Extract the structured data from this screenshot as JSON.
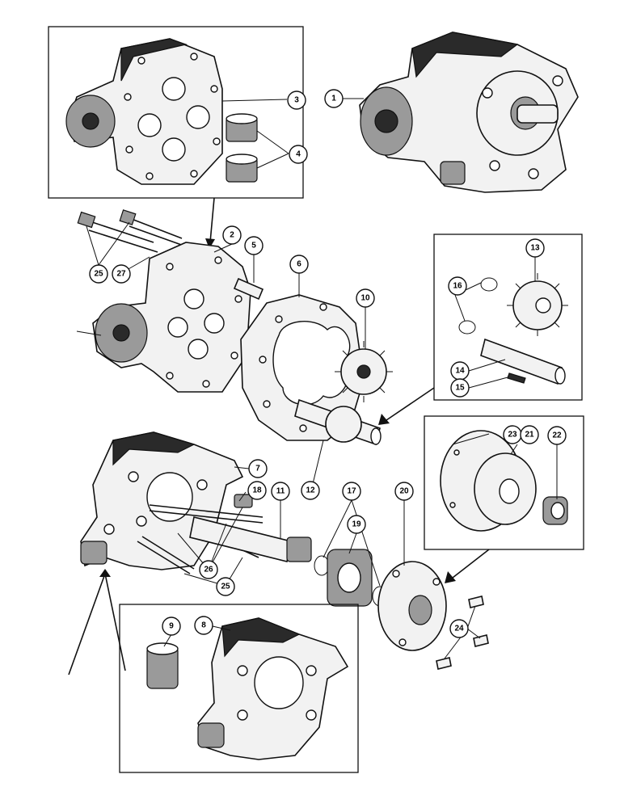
{
  "callouts": {
    "c1": "1",
    "c2": "2",
    "c3": "3",
    "c4": "4",
    "c5": "5",
    "c6": "6",
    "c7": "7",
    "c8": "8",
    "c9": "9",
    "c10": "10",
    "c11": "11",
    "c12": "12",
    "c13": "13",
    "c14": "14",
    "c15": "15",
    "c16": "16",
    "c17": "17",
    "c18": "18",
    "c19": "19",
    "c20": "20",
    "c21": "21",
    "c22": "22",
    "c23": "23",
    "c24": "24",
    "c25a": "25",
    "c25b": "25",
    "c26": "26",
    "c27": "27"
  }
}
